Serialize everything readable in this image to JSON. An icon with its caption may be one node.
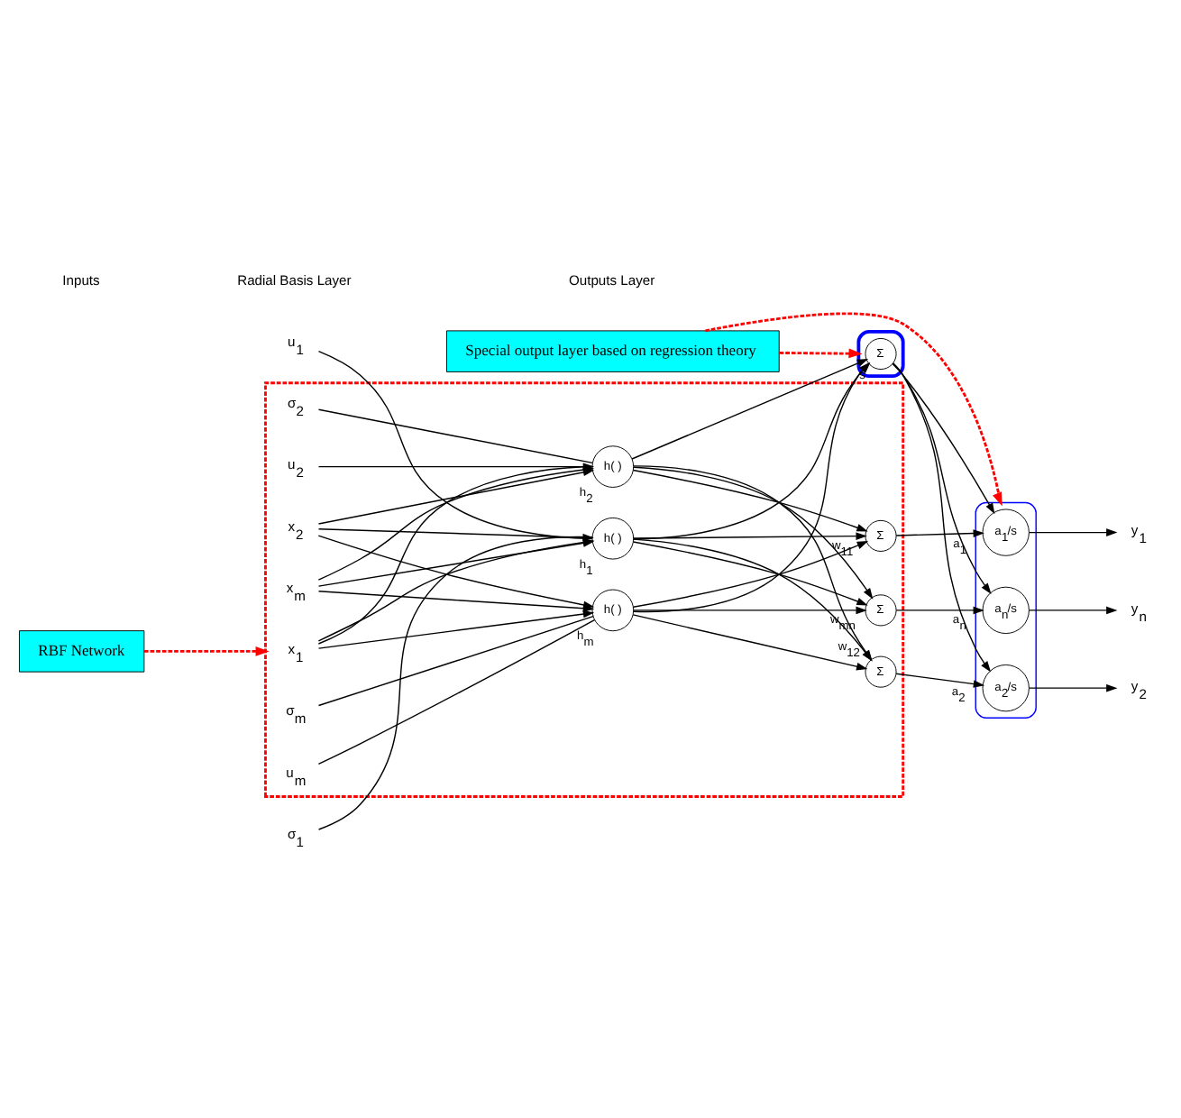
{
  "diagram": {
    "nodes": [
      {
        "text": [],
        "shape": "box"
      },
      {
        "text": [
          "u$_{1}$"
        ]
      },
      {
        "text": [
          "σ$_{1}$"
        ]
      },
      {
        "text": [
          "x$_{1}$"
        ],
        "in": 0
      },
      {
        "text": [
          "h( )"
        ],
        "in": 0,
        "beside": [
          "h$_{1}$"
        ]
      },
      {
        "text": [
          "u$_{2}$"
        ],
        "in": 0
      },
      {
        "text": [
          "σ$_{2}$"
        ],
        "in": 0
      },
      {
        "text": [
          "x$_{2}$"
        ],
        "in": 0
      },
      {
        "text": [
          "h( )"
        ],
        "in": 0,
        "beside": [
          "h$_{2}$"
        ]
      },
      {
        "text": [
          "u$_{m}$"
        ],
        "in": 0
      },
      {
        "text": [
          "σ$_{m}$"
        ],
        "in": 0
      },
      {
        "text": [
          "x$_{m}$"
        ],
        "in": 0
      },
      {
        "text": [
          "h( )"
        ],
        "in": 0,
        "beside": [
          "h$_{m}$"
        ]
      },
      {
        "text": [
          "Σ"
        ],
        "in": 0
      },
      {
        "text": [
          "Σ"
        ],
        "in": 0
      },
      {
        "text": [
          "Σ"
        ],
        "in": 0
      },
      {
        "text": [],
        "shape": "ellipse"
      },
      {
        "text": [
          "Σ"
        ],
        "in": 16,
        "beside": [
          "s"
        ]
      },
      {
        "text": [],
        "shape": "ellipse"
      },
      {
        "text": [
          "a$_{1}$/s"
        ],
        "in": 18
      },
      {
        "text": [
          "a$_{2}$/s"
        ],
        "in": 18
      },
      {
        "text": [
          "a$_{n}$/s"
        ],
        "in": 18
      },
      {
        "text": [
          "y$_{1}$"
        ]
      },
      {
        "text": [
          "y$_{2}$"
        ]
      },
      {
        "text": [
          "y$_{n}$"
        ]
      },
      {
        "text": [
          "RBF Network"
        ]
      },
      {
        "text": [
          "Special output layer based on regression theory"
        ]
      }
    ],
    "edges": [
      {
        "from": 3,
        "to": 4,
        "arrow": "to"
      },
      {
        "from": 3,
        "to": 8,
        "arrow": "to"
      },
      {
        "from": 3,
        "to": 12,
        "arrow": "to"
      },
      {
        "from": 7,
        "to": 4,
        "arrow": "to"
      },
      {
        "from": 7,
        "to": 8,
        "arrow": "to"
      },
      {
        "from": 7,
        "to": 12,
        "arrow": "to"
      },
      {
        "from": 11,
        "to": 4,
        "arrow": "to"
      },
      {
        "from": 11,
        "to": 8,
        "arrow": "to"
      },
      {
        "from": 11,
        "to": 12,
        "arrow": "to"
      },
      {
        "from": 1,
        "to": 4,
        "arrow": "none"
      },
      {
        "from": 2,
        "to": 4,
        "arrow": "none"
      },
      {
        "from": 5,
        "to": 8,
        "arrow": "none"
      },
      {
        "from": 6,
        "to": 8,
        "arrow": "none"
      },
      {
        "from": 9,
        "to": 12,
        "arrow": "none"
      },
      {
        "from": 10,
        "to": 12,
        "arrow": "none"
      },
      {
        "from": 4,
        "to": 13,
        "arrow": "to",
        "label": "w$_{11}$"
      },
      {
        "from": 4,
        "to": 14,
        "arrow": "to",
        "label": "w$_{12}$"
      },
      {
        "from": 4,
        "to": 15,
        "arrow": "to"
      },
      {
        "from": 4,
        "to": 17,
        "arrow": "to"
      },
      {
        "from": 8,
        "to": 13,
        "arrow": "to"
      },
      {
        "from": 8,
        "to": 14,
        "arrow": "to"
      },
      {
        "from": 8,
        "to": 15,
        "arrow": "to"
      },
      {
        "from": 8,
        "to": 17,
        "arrow": "to"
      },
      {
        "from": 12,
        "to": 13,
        "arrow": "to"
      },
      {
        "from": 12,
        "to": 14,
        "arrow": "to"
      },
      {
        "from": 12,
        "to": 15,
        "arrow": "to",
        "label": "w$_{mn}$"
      },
      {
        "from": 12,
        "to": 17,
        "arrow": "to"
      },
      {
        "from": 13,
        "to": 19,
        "arrow": "to",
        "label": "a$_{1}$"
      },
      {
        "from": 14,
        "to": 20,
        "arrow": "to",
        "label": "a$_{2}$"
      },
      {
        "from": 15,
        "to": 21,
        "arrow": "to",
        "label": "a$_{n}$"
      },
      {
        "from": 17,
        "to": 19,
        "arrow": "to"
      },
      {
        "from": 17,
        "to": 20,
        "arrow": "to"
      },
      {
        "from": 17,
        "to": 21,
        "arrow": "to"
      },
      {
        "from": 19,
        "to": 22,
        "arrow": "to"
      },
      {
        "from": 20,
        "to": 23,
        "arrow": "to"
      },
      {
        "from": 21,
        "to": 24,
        "arrow": "to"
      },
      {
        "from": 25,
        "to": 0,
        "arrow": "to",
        "style": "dashed",
        "color": "#ff0000"
      },
      {
        "from": 26,
        "to": 16,
        "arrow": "to",
        "style": "dashed",
        "color": "#ff0000"
      },
      {
        "from": 26,
        "to": 18,
        "arrow": "to",
        "style": "dashed",
        "color": "#ff0000"
      }
    ],
    "labels": [
      "Inputs",
      "Radial Basis Layer",
      "Outputs Layer"
    ]
  }
}
